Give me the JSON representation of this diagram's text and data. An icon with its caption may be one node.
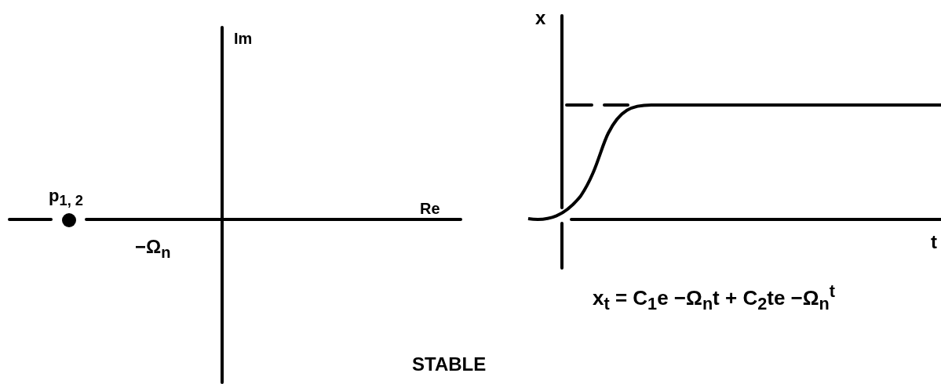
{
  "diagram": {
    "caption": "STABLE",
    "labels": [
      "Im",
      "p$_{1, 2}$",
      "Re",
      "−Ω$_{n}$",
      "x",
      "t",
      "x$_{t}$ = C$_{1}$e −Ω$_{n}$t + C$_{2}$te −Ω$_{n}$$^{t}$"
    ]
  }
}
